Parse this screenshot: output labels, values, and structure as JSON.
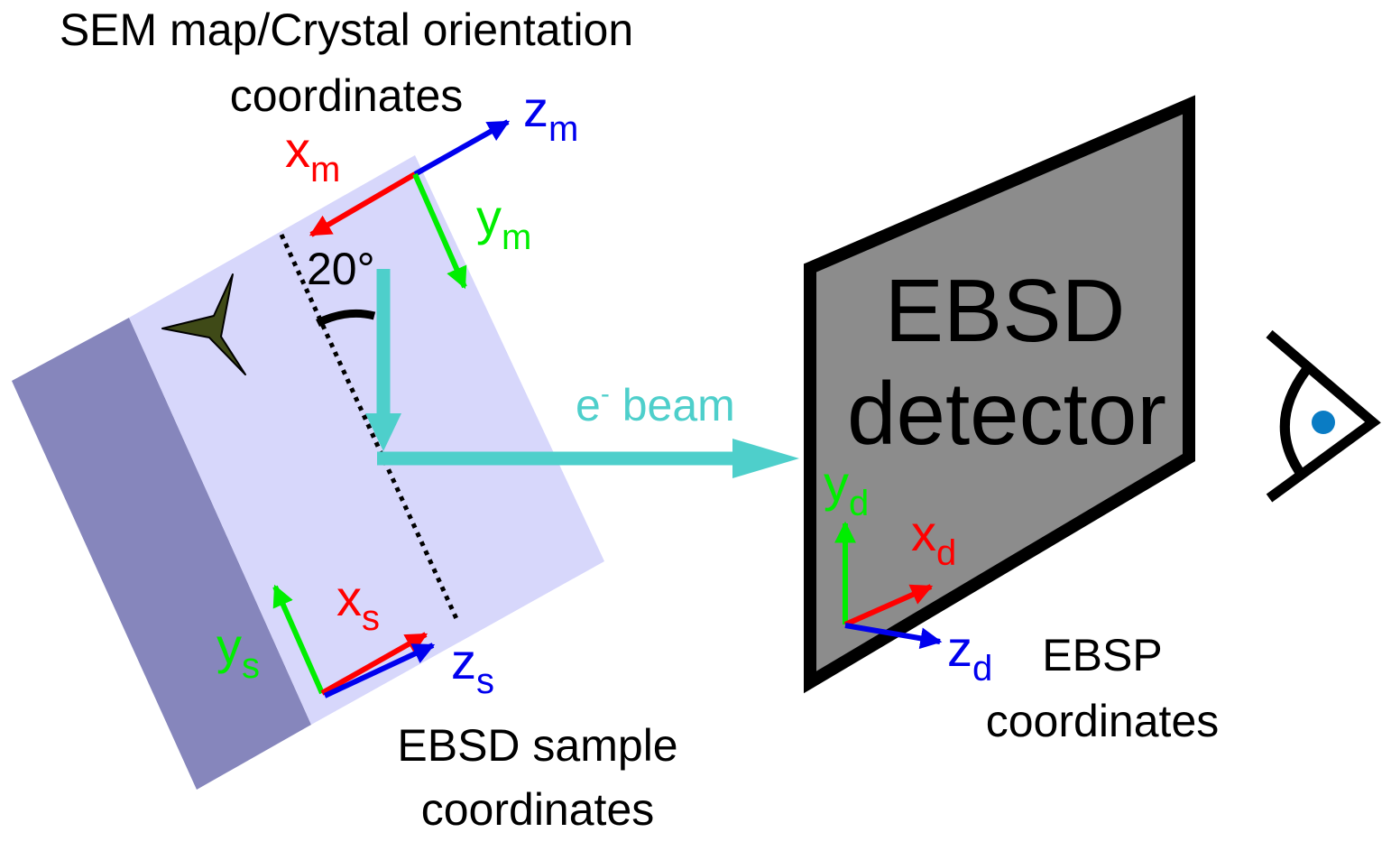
{
  "colors": {
    "x_axis": "#ff0000",
    "y_axis": "#00ee00",
    "z_axis": "#0000ee",
    "beam": "#4ecfcb",
    "sample_face": "#d7d7fb",
    "sample_side": "#8686bc",
    "detector_fill": "#8c8c8c",
    "feature_fill": "#3f4a17",
    "pupil": "#0a7cc4"
  },
  "labels": {
    "sem_map_title_line1": "SEM map/Crystal orientation",
    "sem_map_title_line2": "coordinates",
    "sample_caption_line1": "EBSD sample",
    "sample_caption_line2": "coordinates",
    "ebsp_caption_line1": "EBSP",
    "ebsp_caption_line2": "coordinates",
    "detector_line1": "EBSD",
    "detector_line2": "detector",
    "beam_e": "e",
    "beam_sup": "-",
    "beam_word": " beam",
    "tilt_angle": "20°"
  },
  "axes": {
    "map": {
      "x": "x",
      "x_sub": "m",
      "y": "y",
      "y_sub": "m",
      "z": "z",
      "z_sub": "m"
    },
    "sample": {
      "x": "x",
      "x_sub": "s",
      "y": "y",
      "y_sub": "s",
      "z": "z",
      "z_sub": "s"
    },
    "detector": {
      "x": "x",
      "x_sub": "d",
      "y": "y",
      "y_sub": "d",
      "z": "z",
      "z_sub": "d"
    }
  },
  "icons": [
    "eye-icon",
    "triangular-feature-icon"
  ]
}
